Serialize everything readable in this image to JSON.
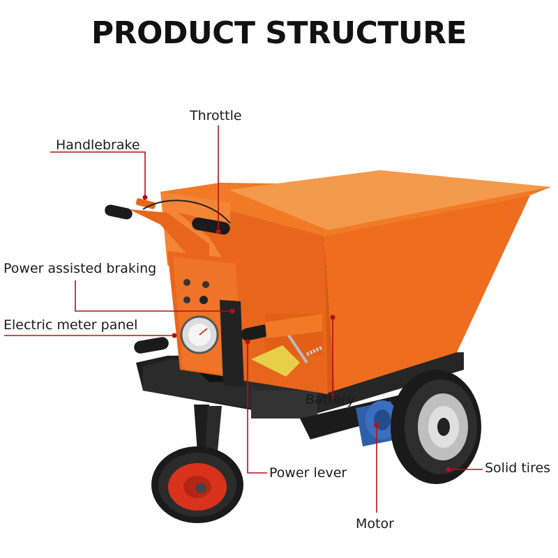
{
  "title": "PRODUCT STRUCTURE",
  "labels": {
    "throttle": "Throttle",
    "handlebrake": "Handlebrake",
    "power_assisted_braking": "Power assisted braking",
    "electric_meter_panel": "Electric meter panel",
    "battery": "Battery",
    "power_lever": "Power lever",
    "solid_tires": "Solid tires",
    "motor": "Motor"
  },
  "colors": {
    "leader": "#b0101a",
    "body": "#ee6d1f",
    "frame": "#222222",
    "hub": "#d8321d"
  }
}
